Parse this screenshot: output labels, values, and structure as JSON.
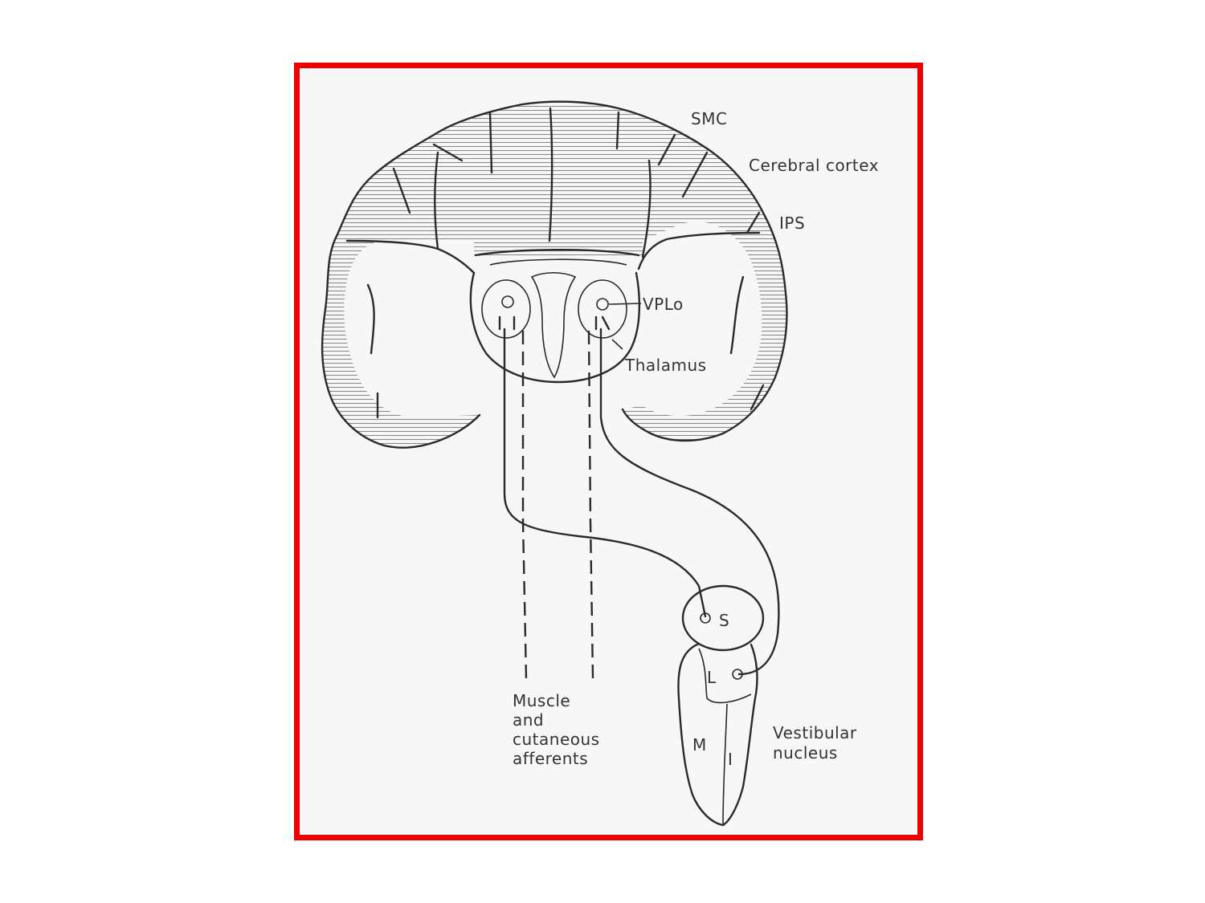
{
  "frame_color": "#ee0000",
  "labels": {
    "smc": "SMC",
    "cerebral_cortex": "Cerebral cortex",
    "ips": "IPS",
    "vplo": "VPLo",
    "thalamus": "Thalamus",
    "afferents": [
      "Muscle",
      "and",
      "cutaneous",
      "afferents"
    ],
    "s": "S",
    "l": "L",
    "m": "M",
    "i": "I",
    "vestibular": [
      "Vestibular",
      "nucleus"
    ]
  }
}
